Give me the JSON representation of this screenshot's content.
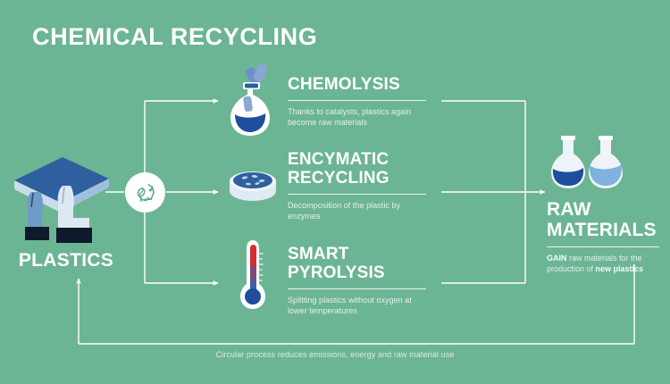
{
  "header": {
    "title": "CHEMICAL RECYCLING"
  },
  "colors": {
    "background": "#6cb594",
    "line": "#ffffff",
    "text": "#ffffff",
    "body_text": "#e3f0ea",
    "deep_blue": "#1f4e9c",
    "mid_blue": "#3f6fb5",
    "light_blue": "#7fb2dd",
    "pale_blue": "#d9e6f2",
    "red": "#d32f2f",
    "dark": "#0e1a2b"
  },
  "input": {
    "label": "PLASTICS",
    "icon": "vehicle-seats-illustration"
  },
  "hub": {
    "icon": "recycle-leaf-icon"
  },
  "processes": [
    {
      "id": "chemolysis",
      "icon": "flask-with-tablets-icon",
      "heading": "CHEMOLYSIS",
      "description": "Thanks to catalysts, plastics again become raw materials"
    },
    {
      "id": "enzymatic",
      "icon": "petri-dish-icon",
      "heading": "ENCYMATIC RECYCLING",
      "description": "Decomposition of the plastic by enzymes"
    },
    {
      "id": "pyrolysis",
      "icon": "thermometer-icon",
      "heading": "SMART PYROLYSIS",
      "description": "Splitting plastics without oxygen at lower temperatures"
    }
  ],
  "output": {
    "icon": "two-flasks-icon",
    "heading": "RAW MATERIALS",
    "description_prefix_bold": "GAIN",
    "description_middle": " raw materials for the production of ",
    "description_suffix_bold": "new plastics"
  },
  "footer": {
    "caption": "Circular process reduces emissions, energy and raw material use"
  }
}
